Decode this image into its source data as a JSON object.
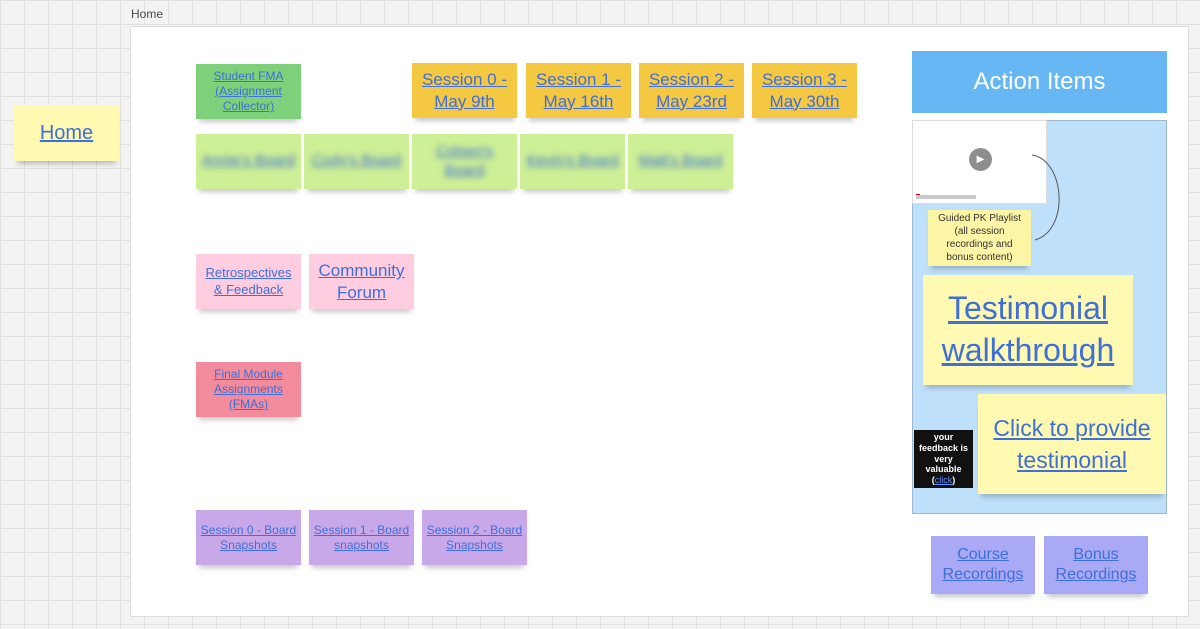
{
  "frame": {
    "label": "Home"
  },
  "home_note": {
    "label": "Home"
  },
  "top_row": {
    "student_fma": "Student FMA (Assignment Collector)",
    "sessions": [
      "Session 0 - May 9th",
      "Session 1 - May 16th",
      "Session 2 - May 23rd",
      "Session 3 - May 30th"
    ]
  },
  "boards": [
    "Annie's Board",
    "Cody's Board",
    "Colsen's Board",
    "Kevin's Board",
    "Matt's Board"
  ],
  "feedback_row": {
    "retrospectives": "Retrospectives & Feedback",
    "community": "Community Forum"
  },
  "fma": {
    "label": "Final Module Assignments (FMAs)"
  },
  "snapshots": [
    "Session 0 - Board Snapshots",
    "Session 1 - Board snapshots",
    "Session 2 - Board Snapshots"
  ],
  "action_items": {
    "title": "Action Items",
    "playlist_note": "Guided PK Playlist (all session recordings and bonus content)",
    "testimonial_walkthrough": "Testimonial walkthrough",
    "provide_testimonial": "Click to provide testimonial",
    "feedback_line1": "your",
    "feedback_line2": "feedback is",
    "feedback_line3": "very valuable",
    "feedback_link": "click"
  },
  "bottom": {
    "course_recordings": "Course Recordings",
    "bonus_recordings": "Bonus Recordings"
  }
}
